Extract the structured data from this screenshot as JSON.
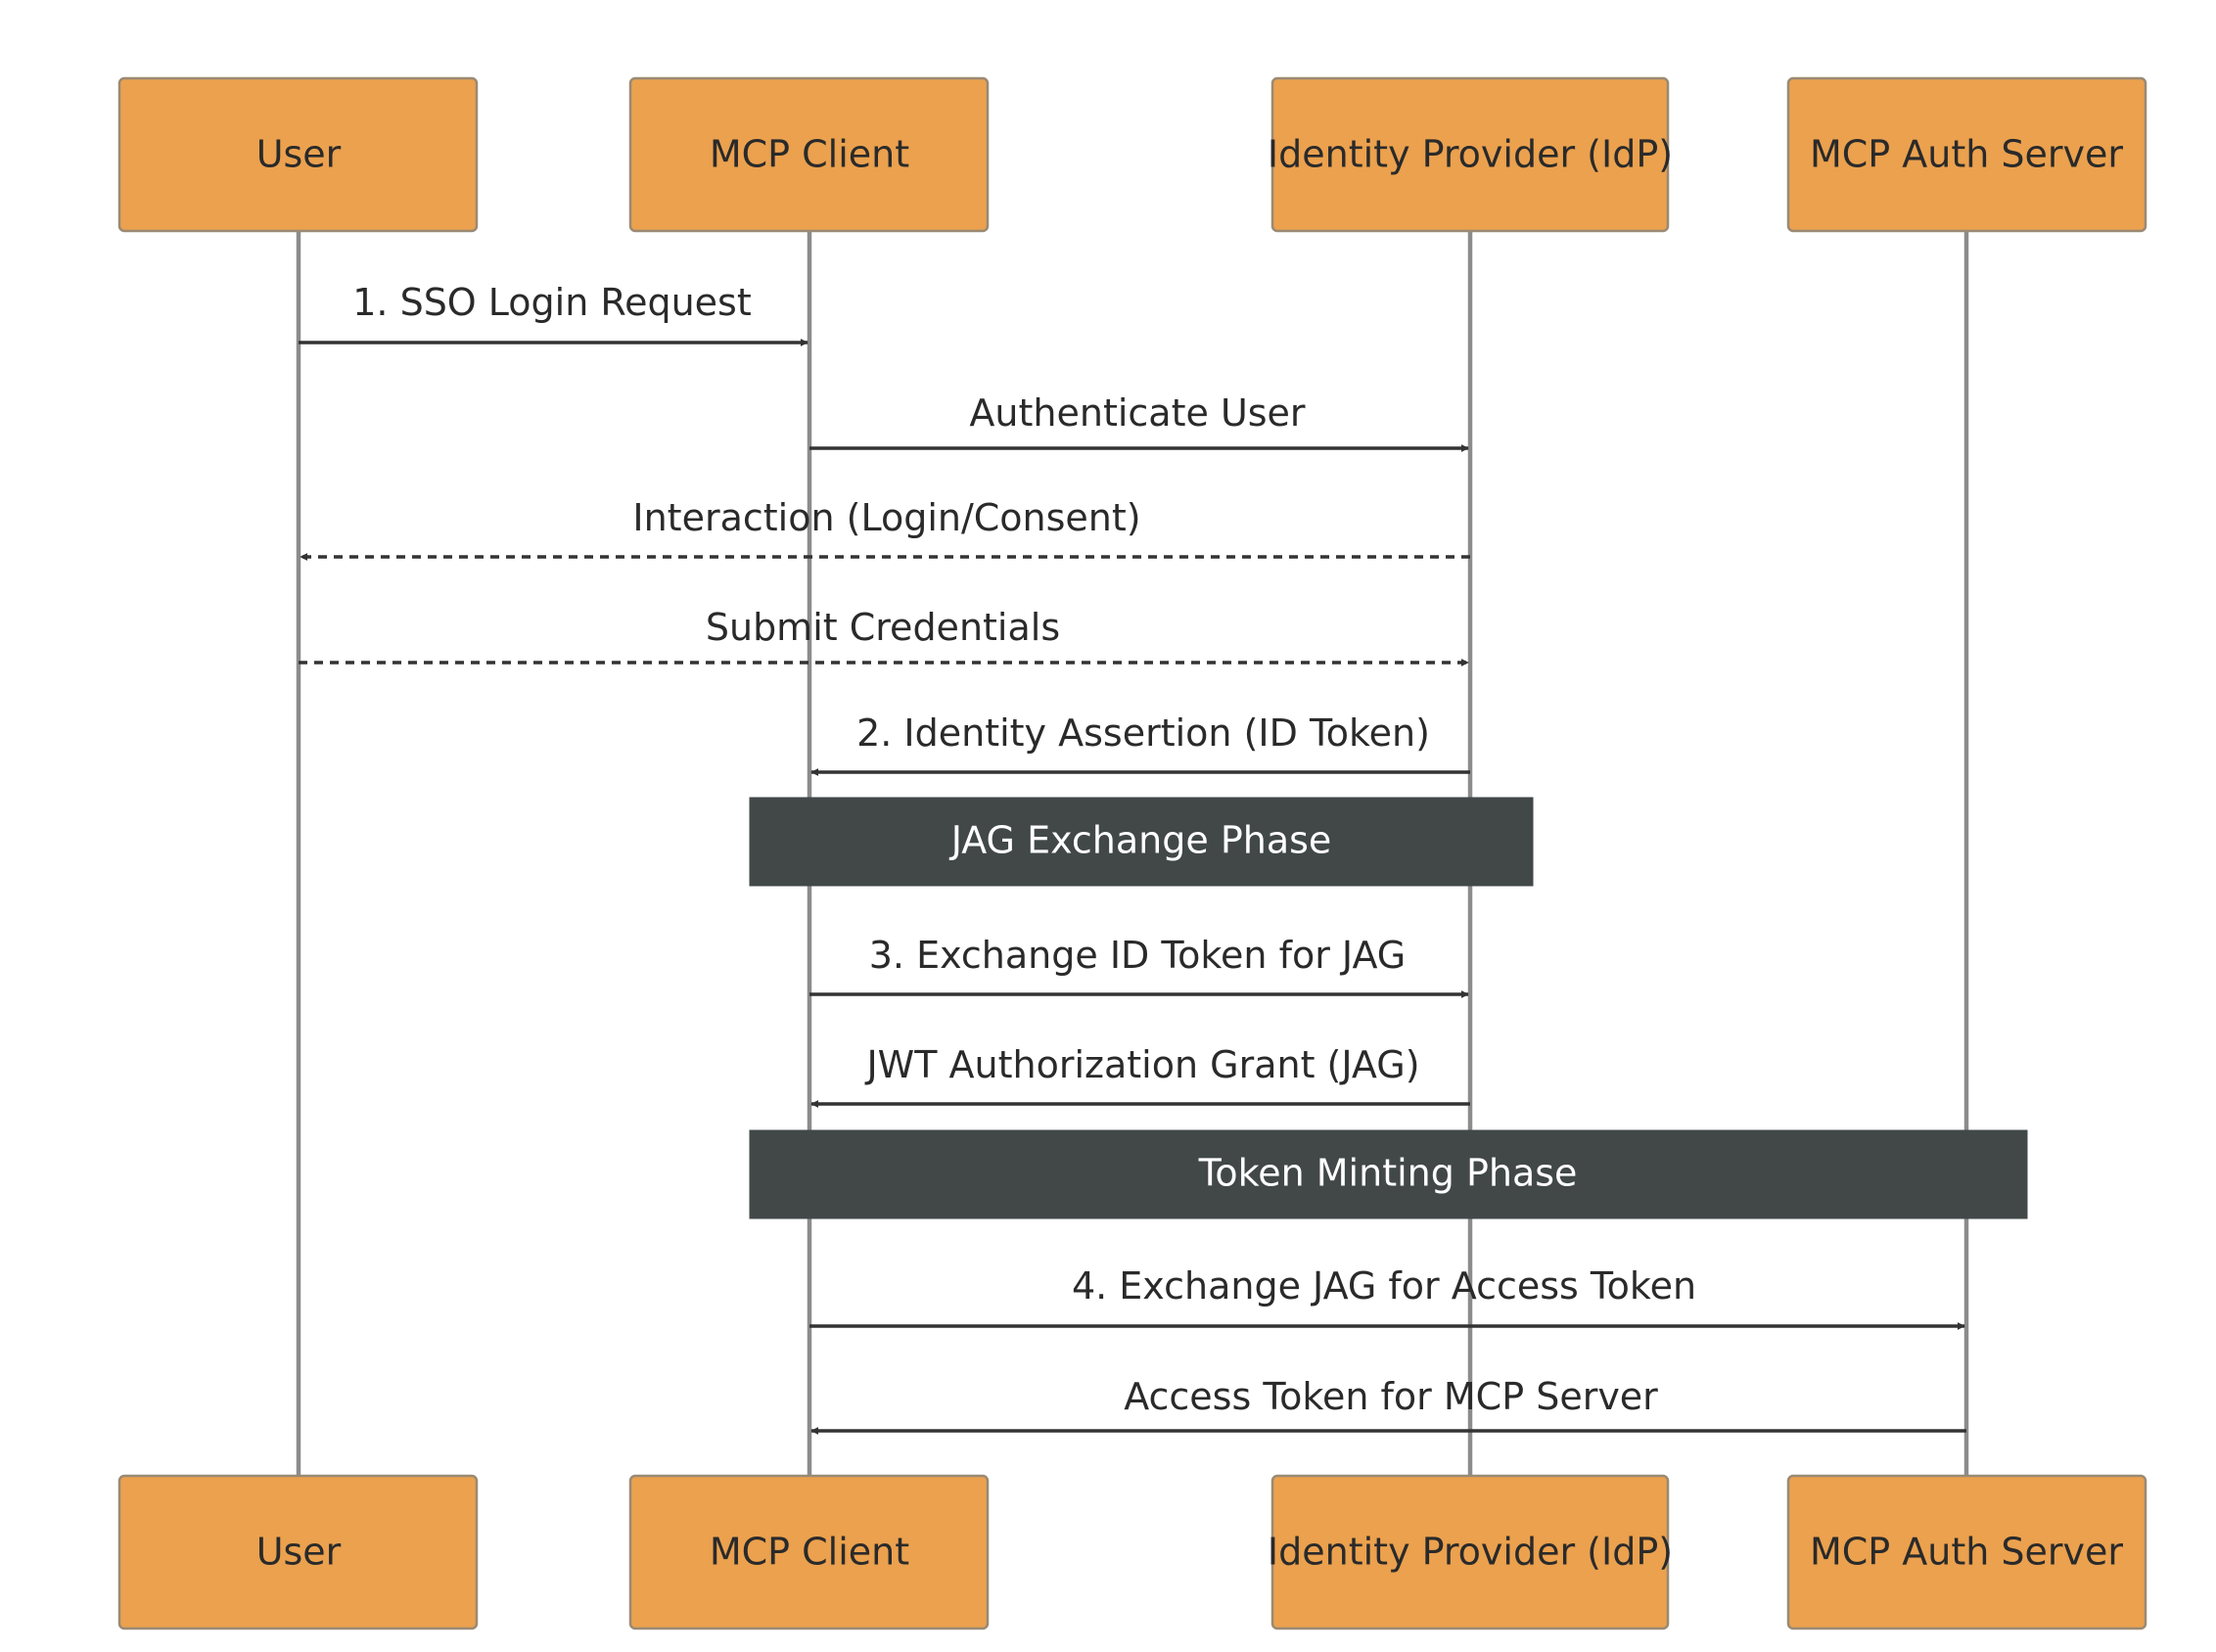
{
  "participants": [
    {
      "id": "user",
      "label": "User"
    },
    {
      "id": "client",
      "label": "MCP Client"
    },
    {
      "id": "idp",
      "label": "Identity Provider (IdP)"
    },
    {
      "id": "auth",
      "label": "MCP Auth Server"
    }
  ],
  "messages": [
    {
      "from": "user",
      "to": "client",
      "label": "1. SSO Login Request",
      "style": "solid"
    },
    {
      "from": "client",
      "to": "idp",
      "label": "Authenticate User",
      "style": "solid"
    },
    {
      "from": "idp",
      "to": "user",
      "label": "Interaction (Login/Consent)",
      "style": "dashed"
    },
    {
      "from": "user",
      "to": "idp",
      "label": "Submit Credentials",
      "style": "dashed"
    },
    {
      "from": "idp",
      "to": "client",
      "label": "2. Identity Assertion (ID Token)",
      "style": "solid"
    },
    {
      "from": "client",
      "to": "idp",
      "label": "3. Exchange ID Token for JAG",
      "style": "solid"
    },
    {
      "from": "idp",
      "to": "client",
      "label": "JWT Authorization Grant (JAG)",
      "style": "solid"
    },
    {
      "from": "client",
      "to": "auth",
      "label": "4. Exchange JAG for Access Token",
      "style": "solid"
    },
    {
      "from": "auth",
      "to": "client",
      "label": "Access Token for MCP Server",
      "style": "solid"
    }
  ],
  "notes": [
    {
      "over": [
        "client",
        "idp"
      ],
      "label": "JAG Exchange Phase"
    },
    {
      "over": [
        "client",
        "auth"
      ],
      "label": "Token Minting Phase"
    }
  ],
  "colors": {
    "actor_fill": "#eba14e",
    "note_fill": "#424848",
    "line": "#333333",
    "lifeline": "#8c8c8c"
  }
}
